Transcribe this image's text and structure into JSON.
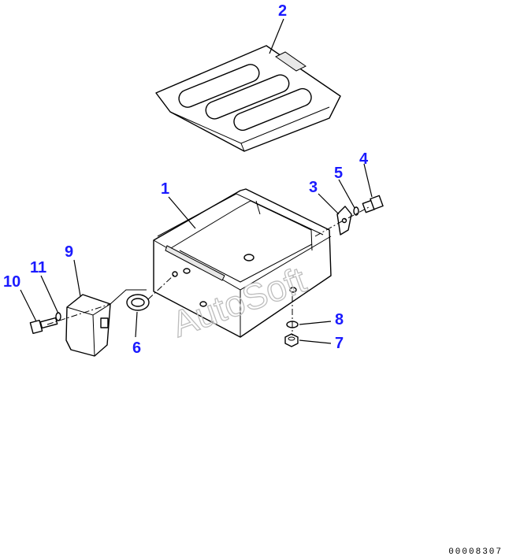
{
  "callouts": {
    "c1": "1",
    "c2": "2",
    "c3": "3",
    "c4": "4",
    "c5": "5",
    "c6": "6",
    "c7": "7",
    "c8": "8",
    "c9": "9",
    "c10": "10",
    "c11": "11"
  },
  "watermark": "AutoSoft",
  "drawing_code": "00008307",
  "colors": {
    "callout": "#1a1aff",
    "line": "#000000",
    "watermark": "#bdbdbd"
  }
}
